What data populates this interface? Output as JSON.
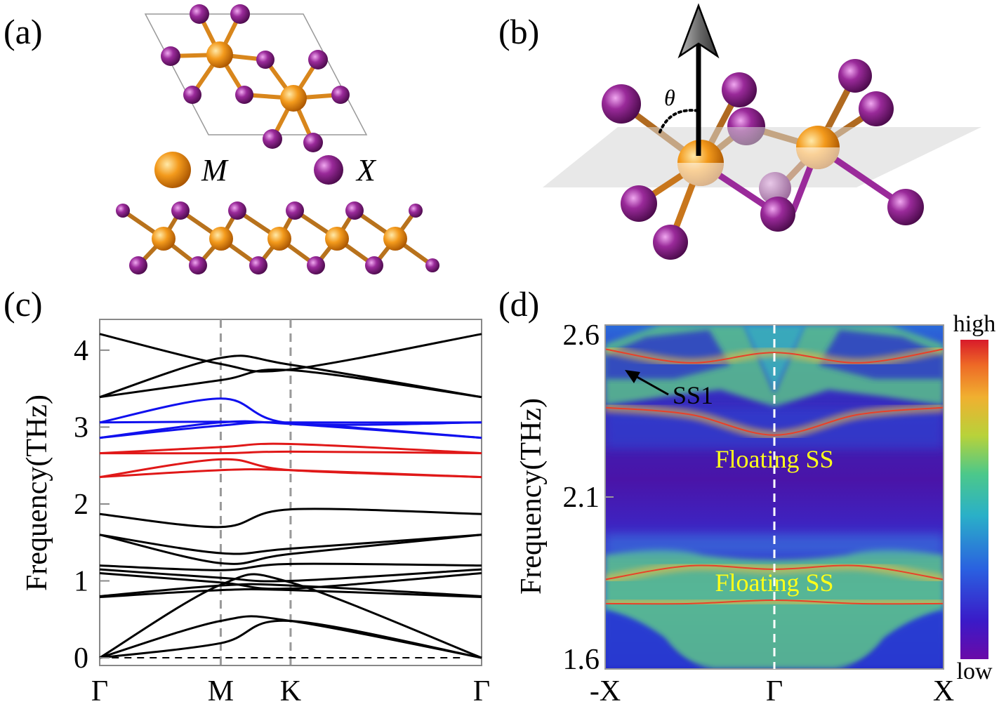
{
  "panels": {
    "a": {
      "label": "(a)",
      "legend_m": "M",
      "legend_x": "X"
    },
    "b": {
      "label": "(b)",
      "angle": "θ"
    },
    "c": {
      "label": "(c)"
    },
    "d": {
      "label": "(d)"
    }
  },
  "colors": {
    "metal": "#f08c10",
    "halogen": "#8a1a8a",
    "blue_bands": "#1010ee",
    "red_bands": "#e01818",
    "black_bands": "#000000",
    "label_yellow": "#ffff1a"
  },
  "chart_data": [
    {
      "type": "line",
      "panel": "c",
      "title": "",
      "xlabel": "",
      "ylabel": "Frequency(THz)",
      "ylim": [
        -0.1,
        4.4
      ],
      "yticks": [
        "0",
        "1",
        "2",
        "3",
        "4"
      ],
      "xticks": [
        "Γ",
        "M",
        "K",
        "Γ"
      ],
      "x": [
        0,
        1,
        1.577,
        3.155
      ],
      "series": [
        {
          "group": "black",
          "values": [
            4.21,
            3.82,
            3.75,
            4.21
          ]
        },
        {
          "group": "black",
          "values": [
            3.39,
            3.9,
            3.81,
            3.39
          ]
        },
        {
          "group": "black",
          "values": [
            3.39,
            3.61,
            3.74,
            3.39
          ]
        },
        {
          "group": "blue",
          "values": [
            3.06,
            3.37,
            3.05,
            3.06
          ]
        },
        {
          "group": "blue",
          "values": [
            3.06,
            3.07,
            3.06,
            3.06
          ]
        },
        {
          "group": "blue",
          "values": [
            2.86,
            3.06,
            3.04,
            2.86
          ]
        },
        {
          "group": "blue",
          "values": [
            2.86,
            3.02,
            3.05,
            2.86
          ]
        },
        {
          "group": "red",
          "values": [
            2.66,
            2.74,
            2.78,
            2.66
          ]
        },
        {
          "group": "red",
          "values": [
            2.66,
            2.66,
            2.68,
            2.66
          ]
        },
        {
          "group": "red",
          "values": [
            2.35,
            2.58,
            2.44,
            2.35
          ]
        },
        {
          "group": "red",
          "values": [
            2.35,
            2.44,
            2.44,
            2.35
          ]
        },
        {
          "group": "black",
          "values": [
            1.87,
            1.7,
            1.93,
            1.87
          ]
        },
        {
          "group": "black",
          "values": [
            1.6,
            1.36,
            1.42,
            1.6
          ]
        },
        {
          "group": "black",
          "values": [
            1.6,
            1.23,
            1.35,
            1.6
          ]
        },
        {
          "group": "black",
          "values": [
            1.2,
            1.14,
            1.22,
            1.2
          ]
        },
        {
          "group": "black",
          "values": [
            1.15,
            1.04,
            1.0,
            1.15
          ]
        },
        {
          "group": "black",
          "values": [
            1.1,
            0.98,
            0.9,
            1.1
          ]
        },
        {
          "group": "black",
          "values": [
            0.8,
            0.94,
            0.94,
            0.8
          ]
        },
        {
          "group": "black",
          "values": [
            0.79,
            0.88,
            0.88,
            0.79
          ]
        },
        {
          "group": "black",
          "values": [
            0.0,
            0.95,
            0.98,
            0.0
          ]
        },
        {
          "group": "black",
          "values": [
            0.0,
            0.48,
            0.48,
            0.0
          ]
        },
        {
          "group": "black",
          "values": [
            0.0,
            0.19,
            0.48,
            0.0
          ]
        }
      ],
      "zero_line": 0,
      "vlines": [
        1,
        1.577
      ]
    },
    {
      "type": "heatmap",
      "panel": "d",
      "title": "",
      "xlabel": "",
      "ylabel": "Frequency(THz)",
      "ylim": [
        1.6,
        2.6
      ],
      "yticks": [
        "1.6",
        "2.1",
        "2.6"
      ],
      "xticks": [
        "-X",
        "Γ",
        "X"
      ],
      "xlim": [
        -1,
        1
      ],
      "colorbar": {
        "high": "high",
        "low": "low"
      },
      "annotations": [
        {
          "text": "SS1",
          "x": -0.7,
          "y": 2.44
        },
        {
          "text": "Floating SS",
          "x": 0.0,
          "y": 2.23
        },
        {
          "text": "Floating SS",
          "x": 0.0,
          "y": 1.85
        }
      ],
      "surface_states": [
        {
          "x": [
            -1,
            -0.5,
            0,
            0.5,
            1
          ],
          "y": [
            2.53,
            2.49,
            2.52,
            2.49,
            2.53
          ]
        },
        {
          "x": [
            -1,
            -0.5,
            0,
            0.5,
            1
          ],
          "y": [
            2.36,
            2.34,
            2.28,
            2.34,
            2.36
          ]
        },
        {
          "x": [
            -1,
            -0.5,
            0,
            0.5,
            1
          ],
          "y": [
            1.86,
            1.9,
            1.89,
            1.9,
            1.86
          ]
        },
        {
          "x": [
            -1,
            -0.5,
            0,
            0.5,
            1
          ],
          "y": [
            1.79,
            1.79,
            1.8,
            1.79,
            1.79
          ]
        }
      ]
    }
  ]
}
